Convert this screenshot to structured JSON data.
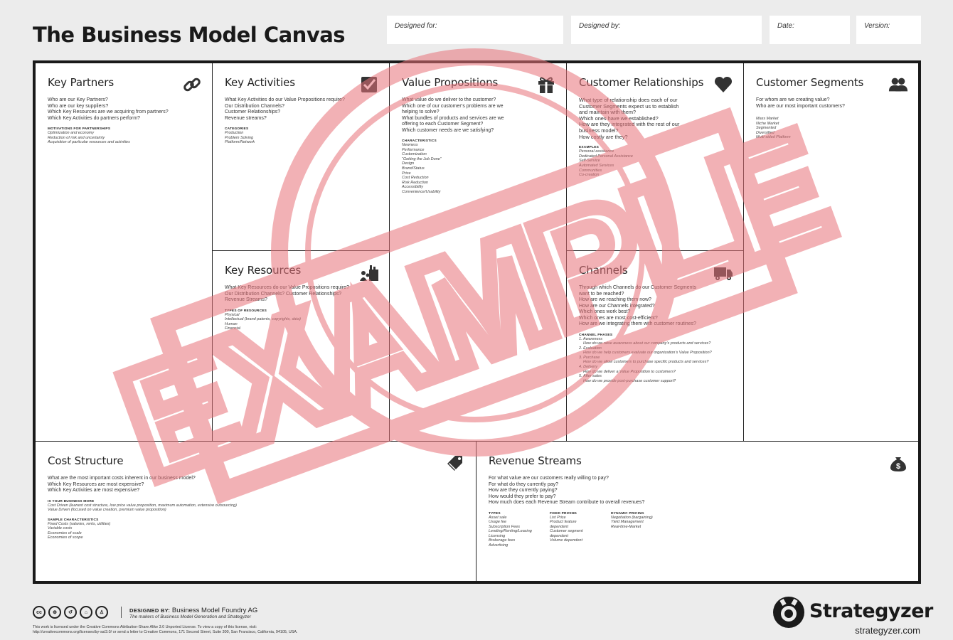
{
  "title": "The Business Model Canvas",
  "header_fields": {
    "designed_for": "Designed for:",
    "designed_by": "Designed by:",
    "date": "Date:",
    "version": "Version:"
  },
  "stamp_text": "EXAMPLE",
  "stamp_color": "#e8737a",
  "blocks": {
    "key_partners": {
      "title": "Key Partners",
      "icon": "link-icon",
      "questions": [
        "Who are our Key Partners?",
        "Who are our key suppliers?",
        "Which Key Resources are we acquiring from partners?",
        "Which Key Activities do partners perform?"
      ],
      "sub_head": "MOTIVATIONS FOR PARTNERSHIPS",
      "items": [
        "Optimization and economy",
        "Reduction of risk and uncertainty",
        "Acquisition of particular resources and activities"
      ]
    },
    "key_activities": {
      "title": "Key Activities",
      "icon": "checkbox-icon",
      "questions": [
        "What Key Activities do our Value Propositions require?",
        "Our Distribution Channels?",
        "Customer Relationships?",
        "Revenue streams?"
      ],
      "sub_head": "CATEGORIES",
      "items": [
        "Production",
        "Problem Solving",
        "Platform/Network"
      ]
    },
    "key_resources": {
      "title": "Key Resources",
      "icon": "factory-icon",
      "questions": [
        "What Key Resources do our Value Propositions require?",
        "Our Distribution Channels? Customer Relationships?",
        "Revenue Streams?"
      ],
      "sub_head": "TYPES OF RESOURCES",
      "items": [
        "Physical",
        "Intellectual (brand patents, copyrights, data)",
        "Human",
        "Financial"
      ]
    },
    "value_propositions": {
      "title": "Value Propositions",
      "icon": "gift-icon",
      "questions": [
        "What value do we deliver to the customer?",
        "Which one of our customer’s problems are we",
        "helping to solve?",
        "What bundles of products and services are we",
        "offering to each Customer Segment?",
        "Which customer needs are we satisfying?"
      ],
      "sub_head": "CHARACTERISTICS",
      "items": [
        "Newness",
        "Performance",
        "Customization",
        "“Getting the Job Done”",
        "Design",
        "Brand/Status",
        "Price",
        "Cost Reduction",
        "Risk Reduction",
        "Accessibility",
        "Convenience/Usability"
      ]
    },
    "customer_relationships": {
      "title": "Customer Relationships",
      "icon": "heart-icon",
      "questions": [
        "What type of relationship does each of our",
        "Customer Segments expect us to establish",
        "and maintain with them?",
        "Which ones have we established?",
        "How are they integrated with the rest of our",
        "business model?",
        "How costly are they?"
      ],
      "sub_head": "EXAMPLES",
      "items": [
        "Personal assistance",
        "Dedicated Personal Assistance",
        "Self-Service",
        "Automated Services",
        "Communities",
        "Co-creation"
      ]
    },
    "channels": {
      "title": "Channels",
      "icon": "truck-icon",
      "questions": [
        "Through which Channels do our Customer Segments",
        "want to be reached?",
        "How are we reaching them now?",
        "How are our Channels integrated?",
        "Which ones work best?",
        "Which ones are most cost-efficient?",
        "How are we integrating them with customer routines?"
      ],
      "sub_head": "CHANNEL PHASES",
      "items": [
        "1. Awareness",
        "How do we raise awareness about our company’s products and services?",
        "2. Evaluation",
        "How do we help customers evaluate our organization’s Value Proposition?",
        "3. Purchase",
        "How do we allow customers to purchase specific products and services?",
        "4. Delivery",
        "How do we deliver a Value Proposition to customers?",
        "5. After sales",
        "How do we provide post-purchase customer support?"
      ]
    },
    "customer_segments": {
      "title": "Customer Segments",
      "icon": "people-icon",
      "questions": [
        "For whom are we creating value?",
        "Who are our most important customers?"
      ],
      "items": [
        "Mass Market",
        "Niche Market",
        "Segmented",
        "Diversified",
        "Multi-sided Platform"
      ]
    },
    "cost_structure": {
      "title": "Cost Structure",
      "icon": "price-tag-icon",
      "questions": [
        "What are the most important costs inherent in our business model?",
        "Which Key Resources are most expensive?",
        "Which Key Activities are most expensive?"
      ],
      "sub_head_1": "IS YOUR BUSINESS MORE",
      "items_1": [
        "Cost Driven (leanest cost structure, low price value proposition, maximum automation, extensive outsourcing)",
        "Value Driven (focused on value creation, premium value proposition)"
      ],
      "sub_head_2": "SAMPLE CHARACTERISTICS",
      "items_2": [
        "Fixed Costs (salaries, rents, utilities)",
        "Variable costs",
        "Economies of scale",
        "Economies of scope"
      ]
    },
    "revenue_streams": {
      "title": "Revenue Streams",
      "icon": "money-bag-icon",
      "questions": [
        "For what value are our customers really willing to pay?",
        "For what do they currently pay?",
        "How are they currently paying?",
        "How would they prefer to pay?",
        "How much does each Revenue Stream contribute to overall revenues?"
      ],
      "col_1_head": "TYPES",
      "col_1": [
        "Asset sale",
        "Usage fee",
        "Subscription Fees",
        "Lending/Renting/Leasing",
        "Licensing",
        "Brokerage fees",
        "Advertising"
      ],
      "col_2_head": "FIXED PRICING",
      "col_2": [
        "List Price",
        "Product feature dependent",
        "Customer segment",
        "dependent",
        "Volume dependent"
      ],
      "col_3_head": "DYNAMIC PRICING",
      "col_3": [
        "Negotiation (bargaining)",
        "Yield Management",
        "Real-time-Market"
      ]
    }
  },
  "footer": {
    "cc_icons": [
      "cc-icon",
      "by-icon",
      "sa-icon",
      "nc-icon",
      "person-icon"
    ],
    "designed_by_label": "DESIGNED BY:",
    "designed_by": "Business Model Foundry AG",
    "designed_by_sub": "The makers of Business Model Generation and Strategyzer",
    "license_1": "This work is licensed under the Creative Commons Attribution-Share Alike 3.0 Unported License. To view a copy of this license, visit:",
    "license_2": "http://creativecommons.org/licenses/by-sa/3.0/ or send a letter to Creative Commons, 171 Second Street, Suite 300, San Francisco, California, 94105, USA.",
    "brand": "Strategyzer",
    "url": "strategyzer.com"
  }
}
